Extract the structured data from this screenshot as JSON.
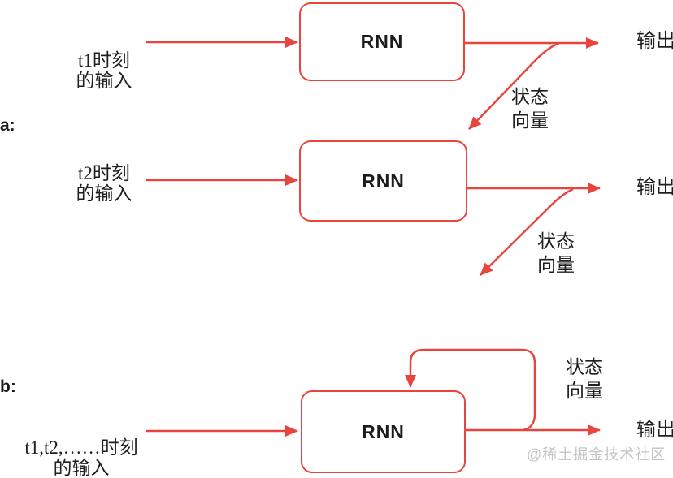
{
  "sections": {
    "a": {
      "label": "a:",
      "rows": [
        {
          "input_line1": "t1时刻",
          "input_line2": "的输入",
          "box": "RNN",
          "output": "输出",
          "state_line1": "状态",
          "state_line2": "向量"
        },
        {
          "input_line1": "t2时刻",
          "input_line2": "的输入",
          "box": "RNN",
          "output": "输出",
          "state_line1": "状态",
          "state_line2": "向量"
        }
      ]
    },
    "b": {
      "label": "b:",
      "input_line1": "t1,t2,……时刻",
      "input_line2": "的输入",
      "box": "RNN",
      "output": "输出",
      "state_line1": "状态",
      "state_line2": "向量"
    }
  },
  "watermark": "@稀土掘金技术社区",
  "colors": {
    "line_red": "#e8453e",
    "text_black": "#1f1f1f",
    "watermark_gray": "#c4c4c4",
    "background": "#ffffff"
  }
}
